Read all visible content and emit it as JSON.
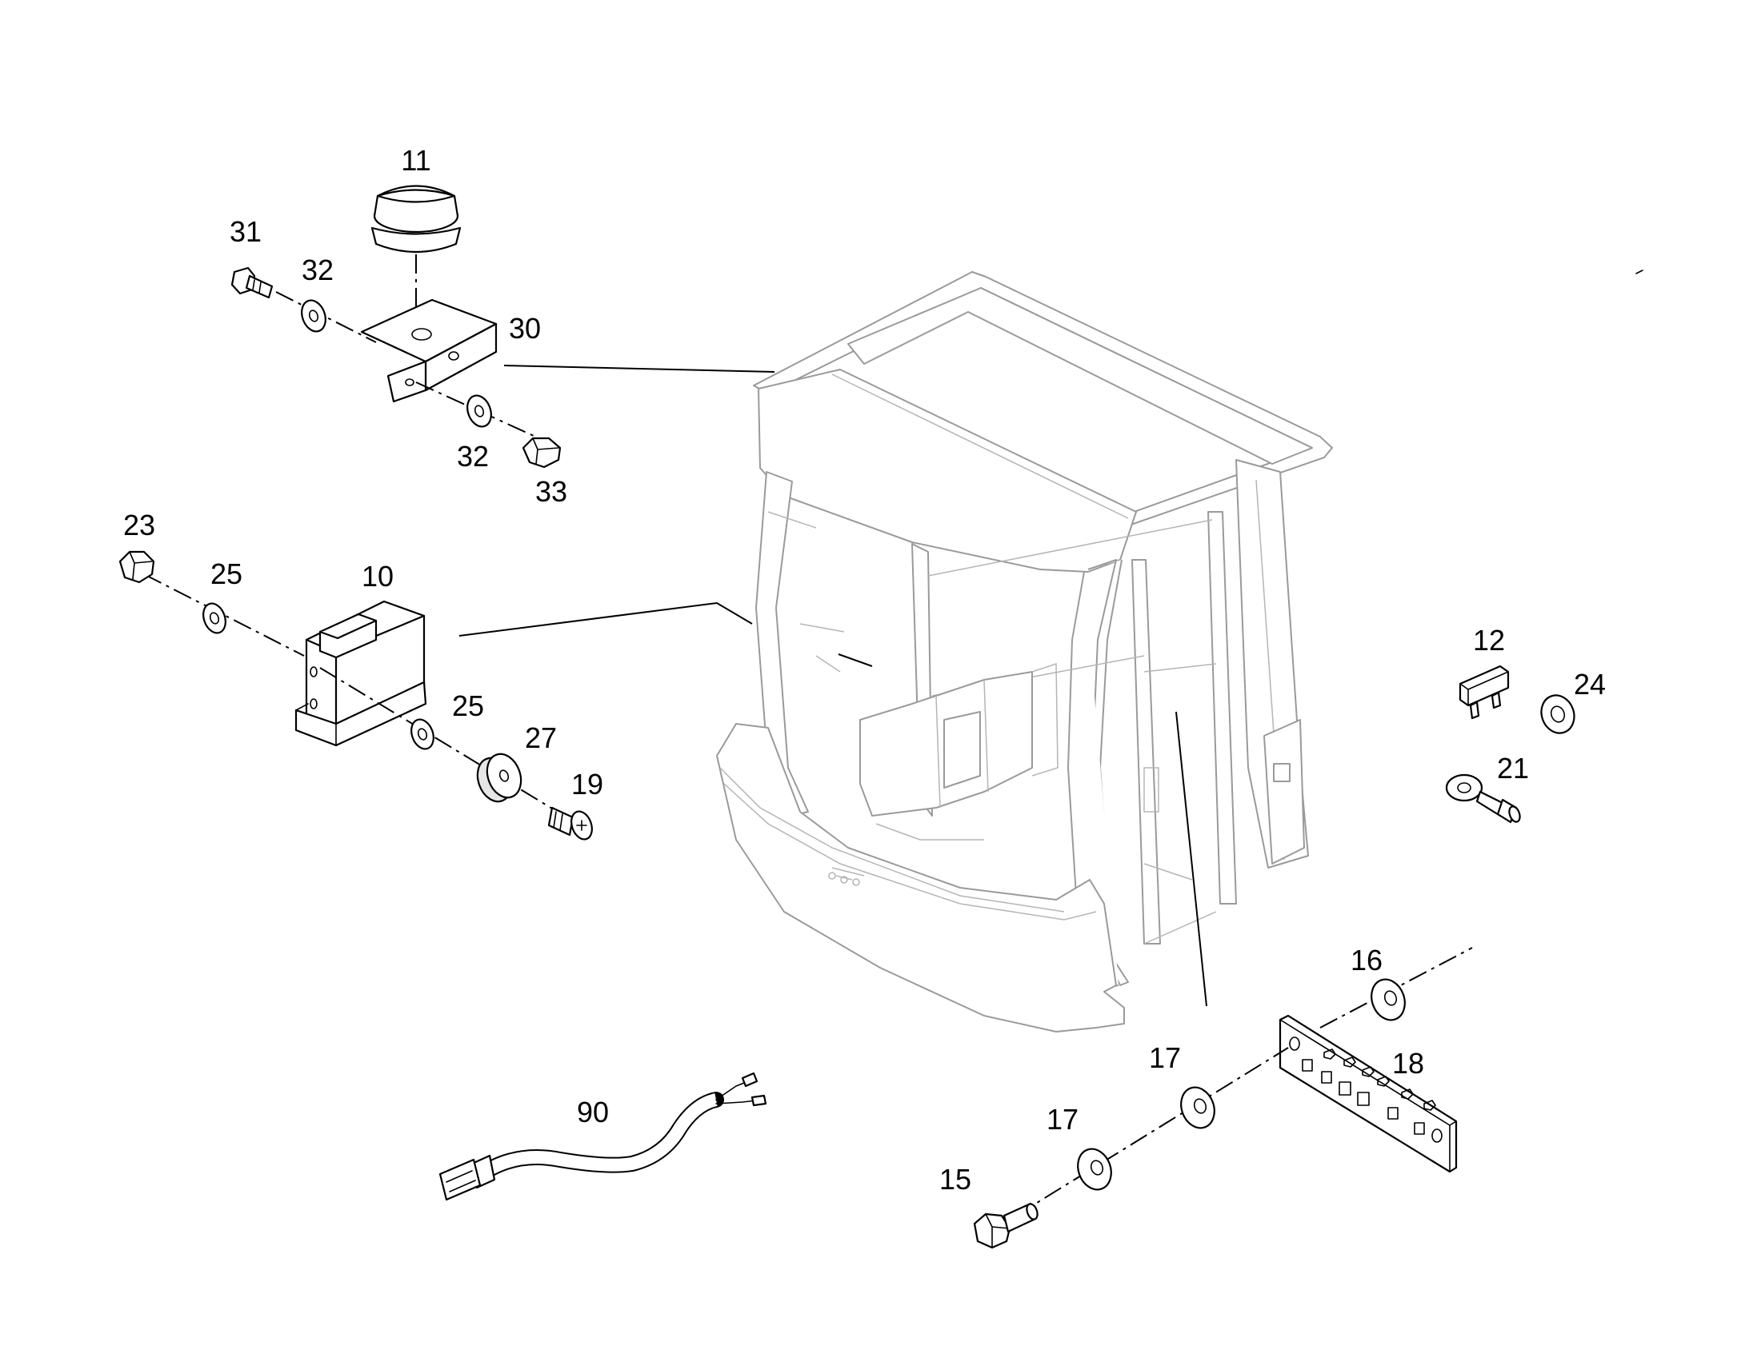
{
  "diagram": {
    "parts": [
      {
        "id": "p11",
        "label": "11"
      },
      {
        "id": "p31",
        "label": "31"
      },
      {
        "id": "p32a",
        "label": "32"
      },
      {
        "id": "p30",
        "label": "30"
      },
      {
        "id": "p32b",
        "label": "32"
      },
      {
        "id": "p33",
        "label": "33"
      },
      {
        "id": "p23",
        "label": "23"
      },
      {
        "id": "p25a",
        "label": "25"
      },
      {
        "id": "p10",
        "label": "10"
      },
      {
        "id": "p25b",
        "label": "25"
      },
      {
        "id": "p27",
        "label": "27"
      },
      {
        "id": "p19",
        "label": "19"
      },
      {
        "id": "p12",
        "label": "12"
      },
      {
        "id": "p24",
        "label": "24"
      },
      {
        "id": "p21",
        "label": "21"
      },
      {
        "id": "p16",
        "label": "16"
      },
      {
        "id": "p17a",
        "label": "17"
      },
      {
        "id": "p18",
        "label": "18"
      },
      {
        "id": "p17b",
        "label": "17"
      },
      {
        "id": "p15",
        "label": "15"
      },
      {
        "id": "p90",
        "label": "90"
      }
    ]
  }
}
